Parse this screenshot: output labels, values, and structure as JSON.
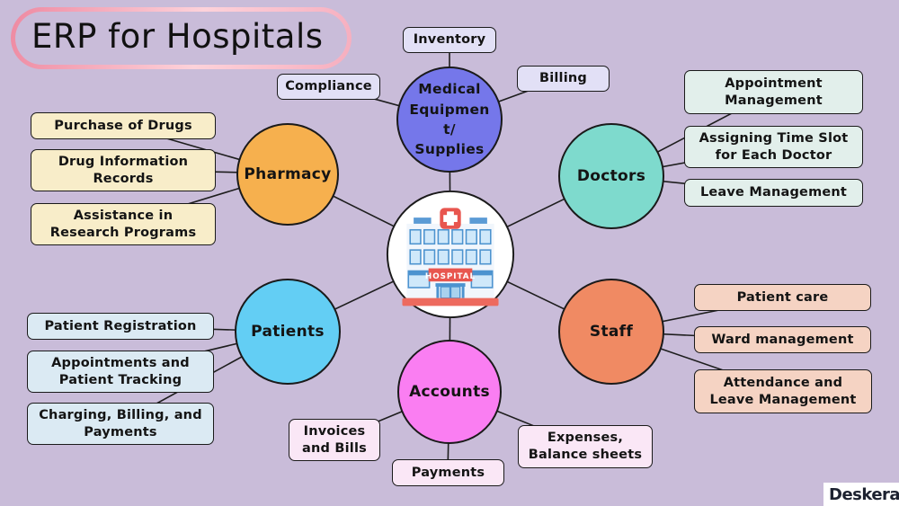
{
  "title": "ERP for Hospitals",
  "watermark": "Deskera",
  "center": {
    "icon": "hospital-building",
    "sign_text": "HOSPITAL"
  },
  "colors": {
    "background": "#c9bcd9",
    "pharmacy": "#f6b04e",
    "medical_equipment": "#7577ea",
    "doctors": "#7edacd",
    "staff": "#f08a63",
    "accounts": "#fa7ef2",
    "patients": "#63cef4",
    "title_ring_pink": "#ee8aa2"
  },
  "nodes": [
    {
      "id": "pharmacy",
      "label": "Pharmacy",
      "color": "#f6b04e",
      "items": [
        "Purchase of Drugs",
        "Drug Information Records",
        "Assistance in Research Programs"
      ]
    },
    {
      "id": "medical-equipment-supplies",
      "label": "Medical\nEquipmen\nt/\nSupplies",
      "color": "#7577ea",
      "items": [
        "Inventory",
        "Compliance",
        "Billing"
      ]
    },
    {
      "id": "doctors",
      "label": "Doctors",
      "color": "#7edacd",
      "items": [
        "Appointment Management",
        "Assigning Time Slot for Each Doctor",
        "Leave Management"
      ]
    },
    {
      "id": "staff",
      "label": "Staff",
      "color": "#f08a63",
      "items": [
        "Patient care",
        "Ward management",
        "Attendance and Leave Management"
      ]
    },
    {
      "id": "accounts",
      "label": "Accounts",
      "color": "#fa7ef2",
      "items": [
        "Invoices and Bills",
        "Payments",
        "Expenses, Balance sheets"
      ]
    },
    {
      "id": "patients",
      "label": "Patients",
      "color": "#63cef4",
      "items": [
        "Patient Registration",
        "Appointments and Patient Tracking",
        "Charging, Billing, and Payments"
      ]
    }
  ]
}
